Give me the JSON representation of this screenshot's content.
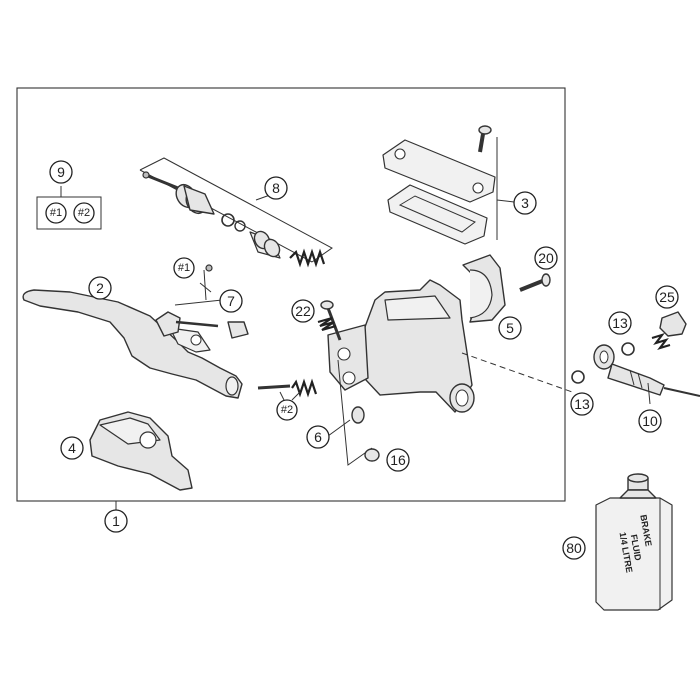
{
  "callouts": {
    "c1": "1",
    "c2": "2",
    "c3": "3",
    "c4": "4",
    "c5": "5",
    "c6": "6",
    "c7": "7",
    "c8": "8",
    "c9": "9",
    "c10": "10",
    "c13a": "13",
    "c13b": "13",
    "c16": "16",
    "c20": "20",
    "c22": "22",
    "c25": "25",
    "c80": "80",
    "k1_kit9": "#1",
    "k2_kit9": "#2",
    "k1_lever": "#1",
    "k2_pin": "#2"
  },
  "bottle": {
    "line1": "BRAKE",
    "line2": "FLUID",
    "line3": "1/4 LITRE"
  }
}
